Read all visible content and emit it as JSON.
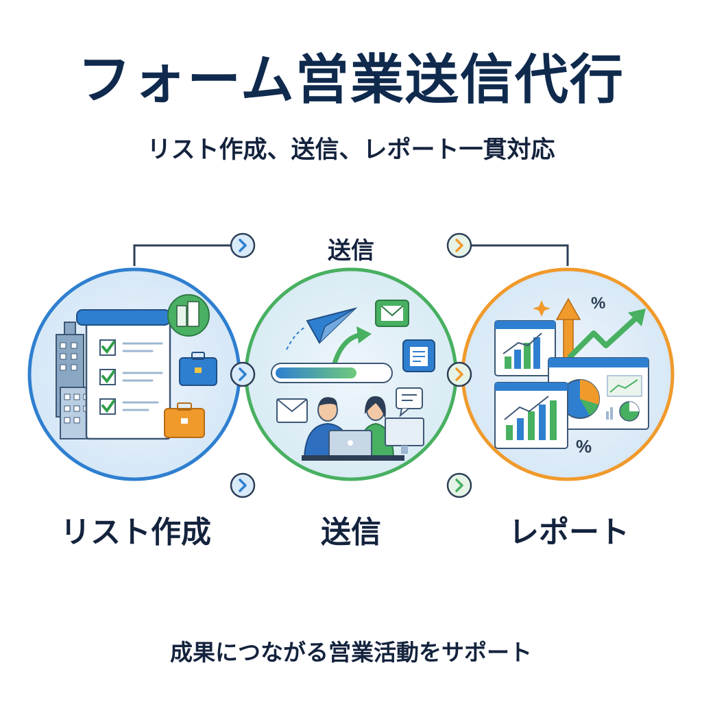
{
  "title": "フォーム営業送信代行",
  "subtitle": "リスト作成、送信、レポート一貫対応",
  "top_step_label": "送信",
  "steps": [
    {
      "label": "リスト作成",
      "color": "#2f7fd0"
    },
    {
      "label": "送信",
      "color": "#48b061"
    },
    {
      "label": "レポート",
      "color": "#f09a2c"
    }
  ],
  "footer": "成果につながる営業活動をサポート",
  "colors": {
    "navy": "#0f2a4d",
    "blue": "#2f7fd0",
    "green": "#48b061",
    "orange": "#f09a2c"
  }
}
